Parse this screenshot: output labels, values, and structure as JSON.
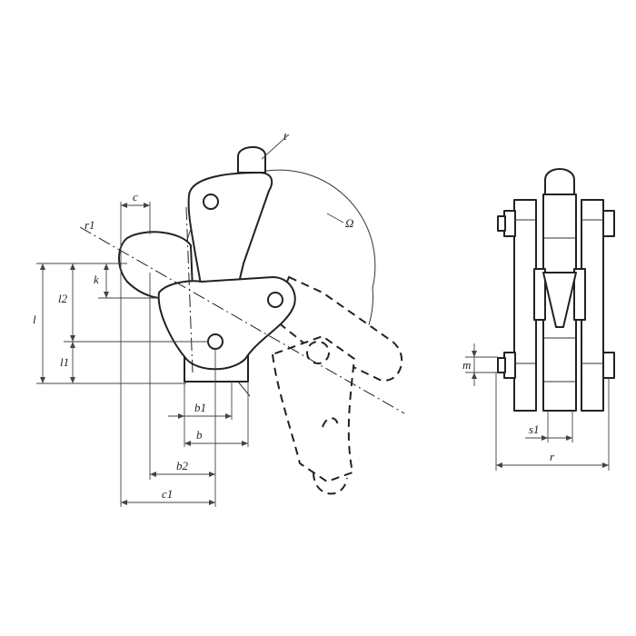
{
  "labels": {
    "t": "t",
    "c": "c",
    "r1": "r1",
    "omega": "Ω",
    "k": "k",
    "l": "l",
    "l2": "l2",
    "l1": "l1",
    "b1": "b1",
    "b": "b",
    "b2": "b2",
    "c1": "c1",
    "m": "m",
    "s1": "s1",
    "r": "r"
  }
}
